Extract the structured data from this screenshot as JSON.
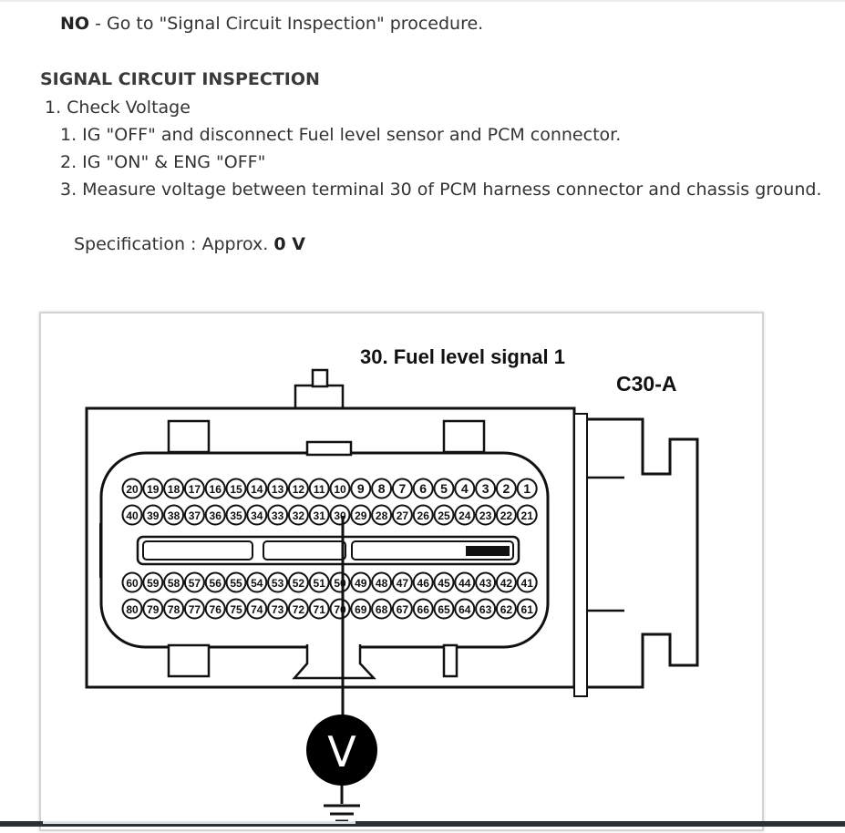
{
  "no_line": {
    "label": "NO",
    "text": " - Go to \"Signal Circuit Inspection\" procedure."
  },
  "section": {
    "heading": "SIGNAL CIRCUIT INSPECTION",
    "step_main": "1. Check Voltage",
    "substeps": [
      "1. IG \"OFF\" and disconnect Fuel level sensor and PCM connector.",
      "2. IG \"ON\" & ENG \"OFF\"",
      "3. Measure voltage between terminal 30 of PCM harness connector and chassis ground."
    ],
    "spec_prefix": "Specification : Approx. ",
    "spec_value": "0 V"
  },
  "figure": {
    "title": "30. Fuel level signal 1",
    "connector": "C30-A",
    "meter_symbol": "V",
    "probed_pin": 30,
    "pin_rows": [
      [
        20,
        19,
        18,
        17,
        16,
        15,
        14,
        13,
        12,
        11,
        10,
        9,
        8,
        7,
        6,
        5,
        4,
        3,
        2,
        1
      ],
      [
        40,
        39,
        38,
        37,
        36,
        35,
        34,
        33,
        32,
        31,
        30,
        29,
        28,
        27,
        26,
        25,
        24,
        23,
        22,
        21
      ],
      [
        60,
        59,
        58,
        57,
        56,
        55,
        54,
        53,
        52,
        51,
        50,
        49,
        48,
        47,
        46,
        45,
        44,
        43,
        42,
        41
      ],
      [
        80,
        79,
        78,
        77,
        76,
        75,
        74,
        73,
        72,
        71,
        70,
        69,
        68,
        67,
        66,
        65,
        64,
        63,
        62,
        61
      ]
    ]
  }
}
